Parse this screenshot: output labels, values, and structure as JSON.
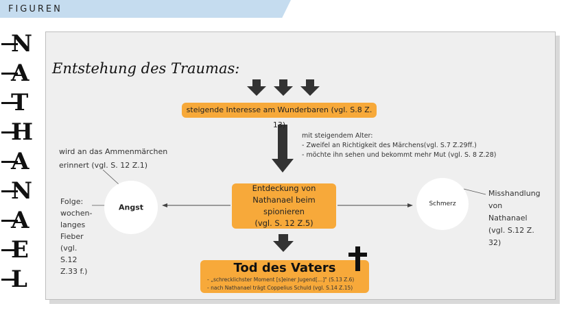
{
  "header": {
    "title": "FIGUREN"
  },
  "side_letters": [
    "N",
    "A",
    "T",
    "H",
    "A",
    "N",
    "A",
    "E",
    "L"
  ],
  "diagram": {
    "title": "Entstehung des Traumas:",
    "box_interest": "steigende Interesse am Wunderbaren (vgl. S.8 Z. 13)",
    "age_note": {
      "heading": "mit steigendem Alter:",
      "items": [
        "- Zweifel an Richtigkeit des Märchens(vgl. S.7 Z.29ff.)",
        "- möchte ihn sehen und bekommt mehr Mut (vgl. S. 8 Z.28)"
      ]
    },
    "box_discovery": {
      "line1": "Entdeckung von",
      "line2": "Nathanael beim spionieren",
      "line3": "(vgl. S. 12 Z.5)"
    },
    "box_death": {
      "title": "Tod des Vaters",
      "note1": "- „schrecklichster Moment [s]einer Jugend[…]\" (S.13 Z.6)",
      "note2": "- nach Nathanael trägt Coppelius Schuld (vgl. S.14 Z.15)"
    },
    "angst": {
      "label": "Angst",
      "reminder_line1": "wird an das Ammenmärchen",
      "reminder_line2": "erinnert (vgl. S. 12 Z.1)",
      "consequence": [
        "Folge:",
        "wochen-",
        "langes",
        "Fieber",
        "(vgl.",
        "S.12",
        "Z.33 f.)"
      ]
    },
    "schmerz": {
      "label": "Schmerz",
      "note": [
        "Misshandlung",
        "von",
        "Nathanael",
        "(vgl. S.12 Z.",
        "32)"
      ]
    }
  },
  "colors": {
    "header_band": "#c5dcef",
    "box_fill": "#f7a93a",
    "card": "#efefef"
  }
}
